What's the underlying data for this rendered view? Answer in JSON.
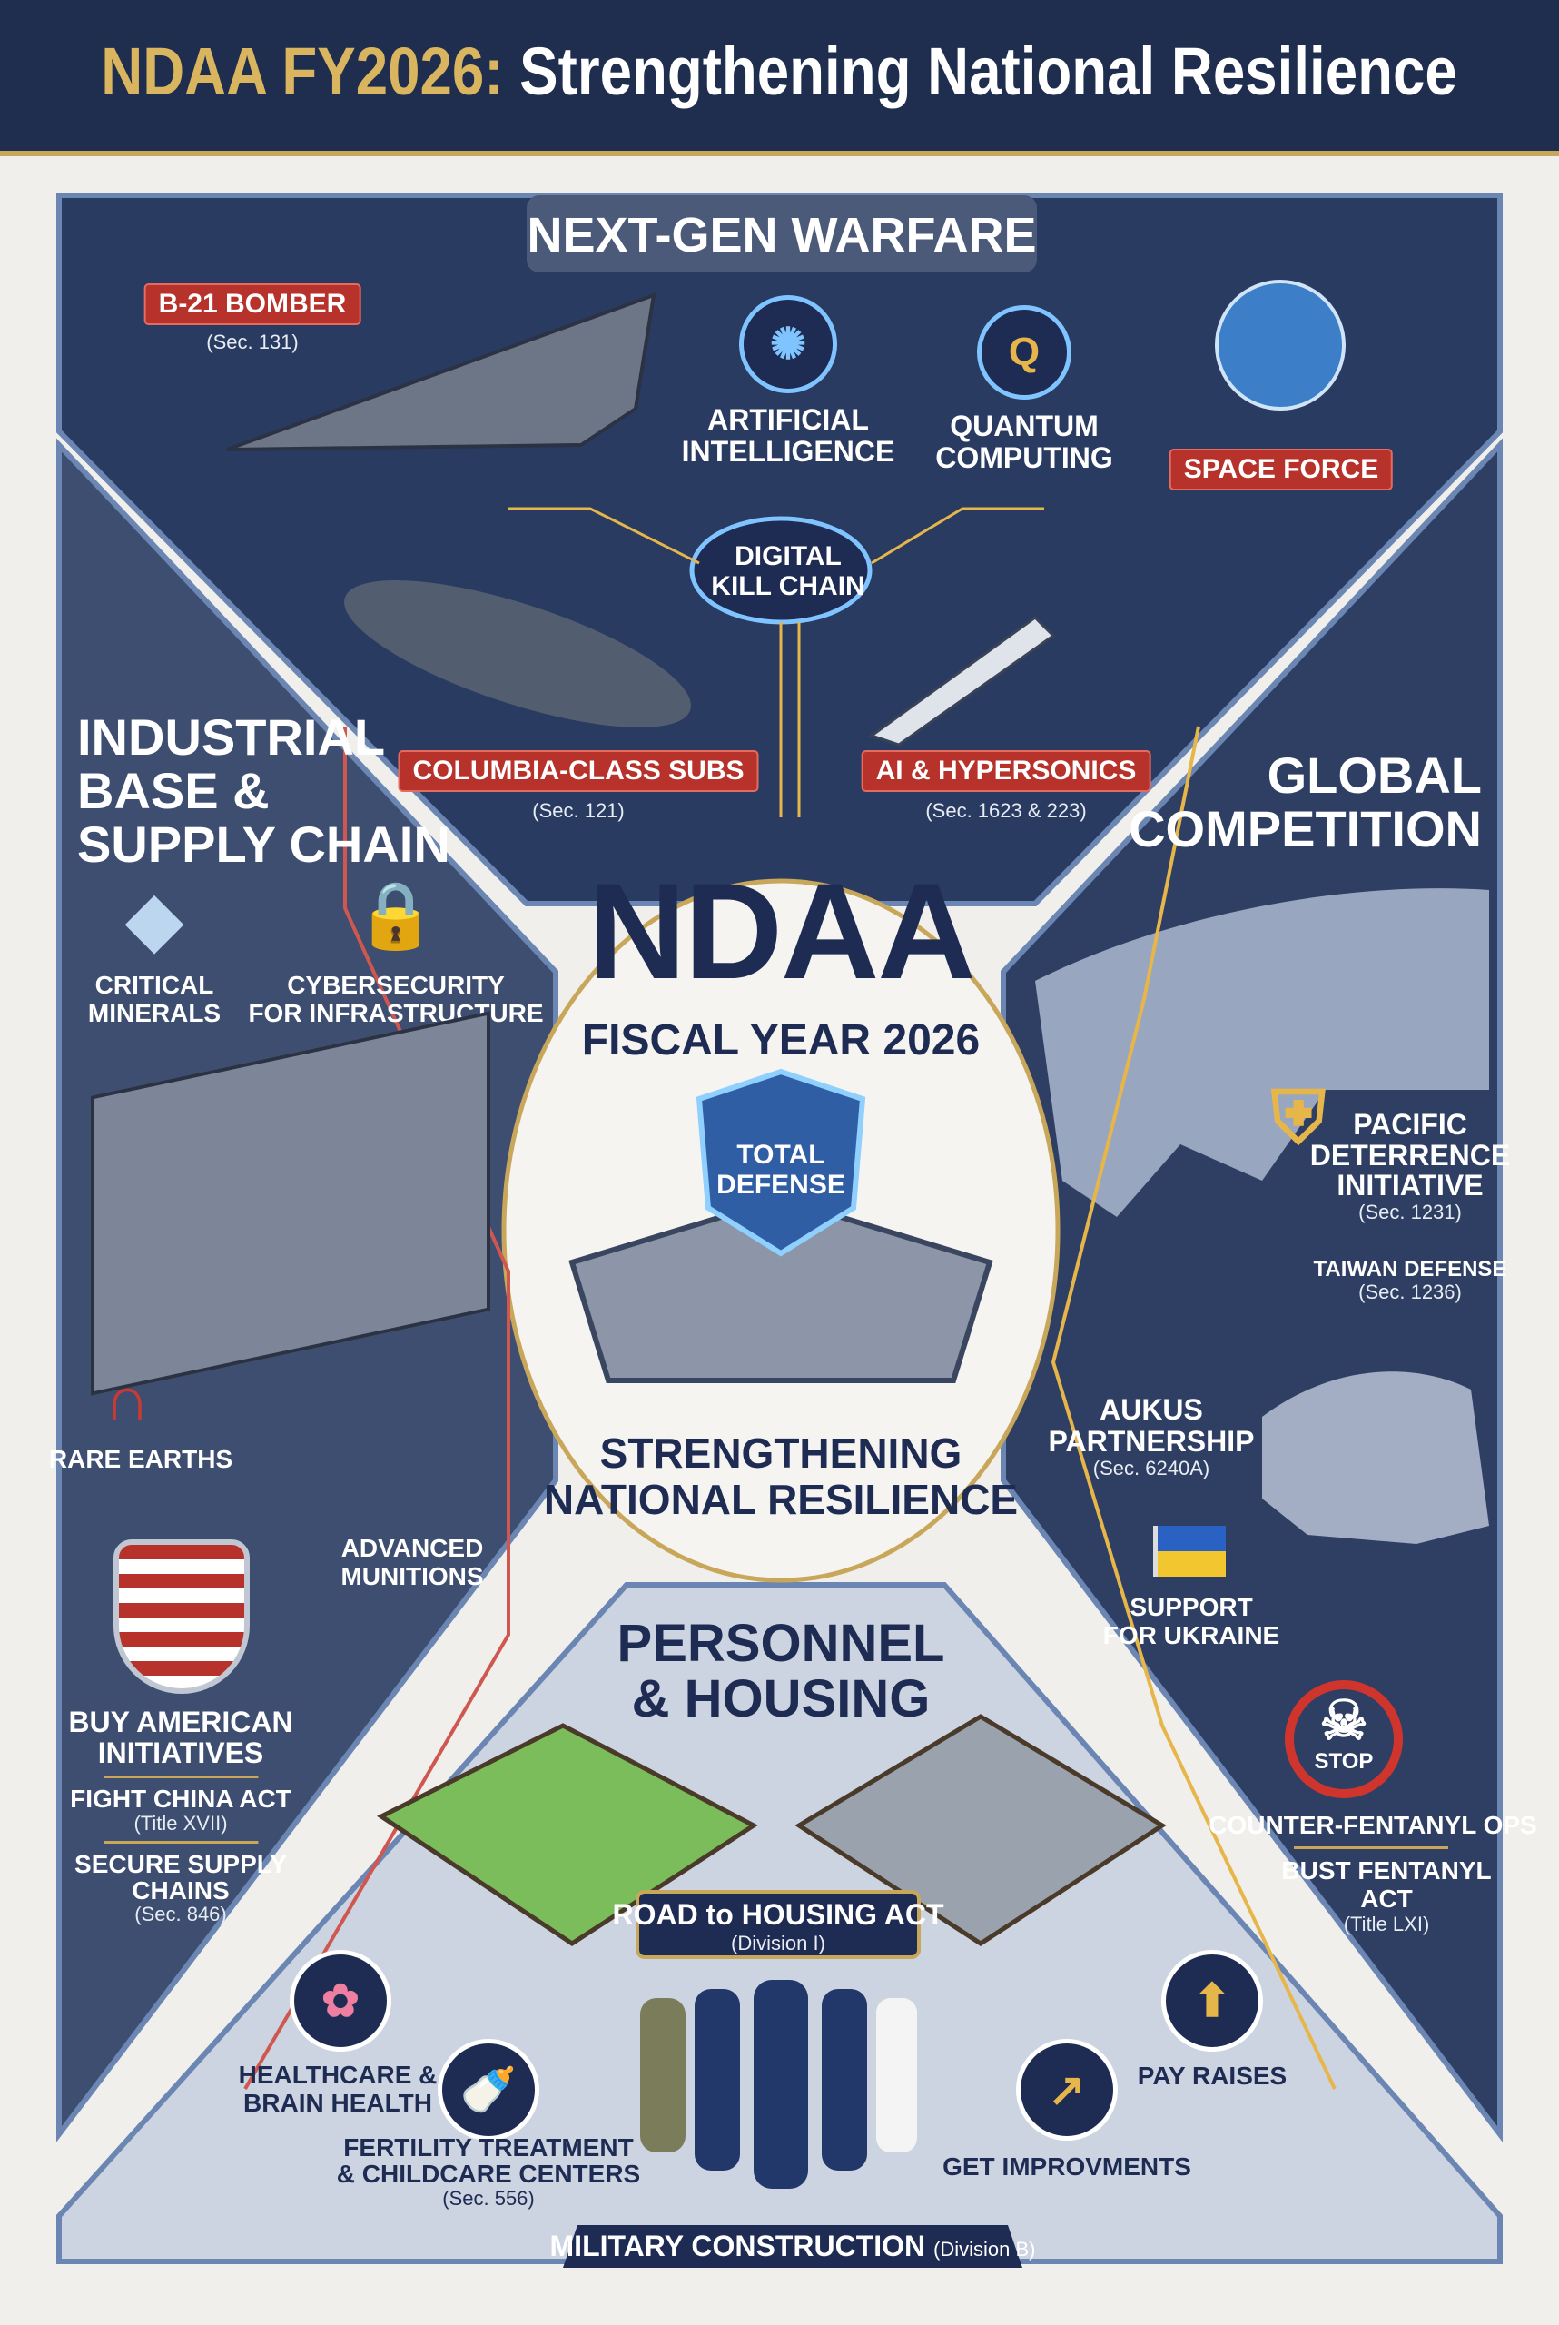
{
  "header": {
    "title_accent": "NDAA FY2026:",
    "title_main": "Strengthening National Resilience"
  },
  "colors": {
    "navy": "#1e2b52",
    "gold": "#d9b55f",
    "red": "#b8322c",
    "panel": "#2e3f63",
    "light_panel": "#cfd6e2"
  },
  "top": {
    "heading": "NEXT-GEN WARFARE",
    "b21": {
      "label": "B-21 BOMBER",
      "sec": "(Sec. 131)"
    },
    "ai": {
      "label_1": "ARTIFICIAL",
      "label_2": "INTELLIGENCE"
    },
    "quantum": {
      "label_1": "QUANTUM",
      "label_2": "COMPUTING"
    },
    "space_force": "SPACE FORCE",
    "kill_chain": {
      "label_1": "DIGITAL",
      "label_2": "KILL CHAIN"
    },
    "subs": {
      "label": "COLUMBIA-CLASS SUBS",
      "sec": "(Sec. 121)"
    },
    "hypersonics": {
      "label": "AI & HYPERSONICS",
      "sec": "(Sec. 1623 & 223)"
    }
  },
  "left": {
    "heading_1": "INDUSTRIAL",
    "heading_2": "BASE &",
    "heading_3": "SUPPLY CHAIN",
    "minerals": {
      "label_1": "CRITICAL",
      "label_2": "MINERALS"
    },
    "cyber": {
      "label_1": "CYBERSECURITY",
      "label_2": "FOR INFRASTRUCTURE"
    },
    "rare_earths": "RARE EARTHS",
    "munitions": {
      "label_1": "ADVANCED",
      "label_2": "MUNITIONS"
    },
    "buy_american": {
      "label_1": "BUY AMERICAN",
      "label_2": "INITIATIVES"
    },
    "fight_china": {
      "label": "FIGHT CHINA ACT",
      "sec": "(Title XVII)"
    },
    "supply_chains": {
      "label_1": "SECURE SUPPLY",
      "label_2": "CHAINS",
      "sec": "(Sec. 846)"
    }
  },
  "right": {
    "heading_1": "GLOBAL",
    "heading_2": "COMPETITION",
    "pacific": {
      "label_1": "PACIFIC",
      "label_2": "DETERRENCE",
      "label_3": "INITIATIVE",
      "sec": "(Sec. 1231)"
    },
    "taiwan": {
      "label": "TAIWAN DEFENSE",
      "sec": "(Sec. 1236)"
    },
    "aukus": {
      "label_1": "AUKUS",
      "label_2": "PARTNERSHIP",
      "sec": "(Sec. 6240A)"
    },
    "ukraine": {
      "label_1": "SUPPORT",
      "label_2": "FOR UKRAINE"
    },
    "fentanyl_ops": "COUNTER-FENTANYL OPS",
    "stop_badge": "STOP",
    "bust_fentanyl": {
      "label_1": "BUST FENTANYL",
      "label_2": "ACT",
      "sec": "(Title LXI)"
    }
  },
  "center": {
    "title": "NDAA",
    "subtitle": "FISCAL YEAR 2026",
    "shield_1": "TOTAL",
    "shield_2": "DEFENSE",
    "tagline_1": "STRENGTHENING",
    "tagline_2": "NATIONAL RESILIENCE"
  },
  "bottom": {
    "heading_1": "PERSONNEL",
    "heading_2": "& HOUSING",
    "road_housing": {
      "label": "ROAD to HOUSING ACT",
      "sec": "(Division I)"
    },
    "healthcare": {
      "label_1": "HEALTHCARE &",
      "label_2": "BRAIN HEALTH"
    },
    "fertility": {
      "label_1": "FERTILITY TREATMENT",
      "label_2": "& CHILDCARE CENTERS",
      "sec": "(Sec. 556)"
    },
    "pay_raises": "PAY RAISES",
    "get": "GET IMPROVMENTS",
    "milcon": {
      "label": "MILITARY CONSTRUCTION",
      "sec": "(Division B)"
    }
  }
}
